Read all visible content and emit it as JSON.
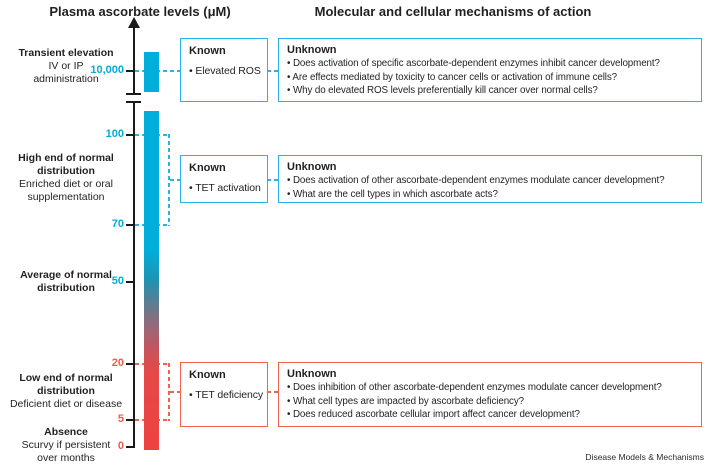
{
  "titles": {
    "left": "Plasma ascorbate levels (μM)",
    "right": "Molecular and cellular mechanisms of action"
  },
  "axis_ticks": {
    "t10000": "10,000",
    "t100": "100",
    "t70": "70",
    "t50": "50",
    "t20": "20",
    "t5": "5",
    "t0": "0"
  },
  "left_labels": {
    "transient": {
      "l1": "Transient elevation",
      "l2": "IV or IP",
      "l3": "administration"
    },
    "high": {
      "l1": "High end of normal",
      "l2": "distribution",
      "l3": "Enriched diet or oral",
      "l4": "supplementation"
    },
    "average": {
      "l1": "Average of normal",
      "l2": "distribution"
    },
    "low": {
      "l1": "Low end of normal",
      "l2": "distribution",
      "l3": "Deficient diet or disease"
    },
    "absence": {
      "l1": "Absence",
      "l2": "Scurvy if persistent",
      "l3": "over months"
    }
  },
  "boxes": {
    "row1_known": {
      "title": "Known",
      "i1": "• Elevated ROS"
    },
    "row1_unknown": {
      "title": "Unknown",
      "i1": "• Does activation of specific ascorbate-dependent enzymes inhibit cancer development?",
      "i2": "• Are effects mediated by toxicity to cancer cells or activation of immune cells?",
      "i3": "• Why do elevated ROS levels preferentially kill cancer over normal cells?"
    },
    "row2_known": {
      "title": "Known",
      "i1": "• TET activation"
    },
    "row2_unknown": {
      "title": "Unknown",
      "i1": "• Does activation of other ascorbate-dependent enzymes modulate cancer development?",
      "i2": "• What are the cell types in which ascorbate acts?"
    },
    "row3_known": {
      "title": "Known",
      "i1": "• TET deficiency"
    },
    "row3_unknown": {
      "title": "Unknown",
      "i1": "• Does inhibition of other ascorbate-dependent enzymes modulate cancer development?",
      "i2": "• What cell types are impacted by ascorbate deficiency?",
      "i3": "• Does reduced ascorbate cellular import affect cancer development?"
    }
  },
  "footer": {
    "journal": "Disease Models & Mechanisms"
  },
  "colors": {
    "bar_cyan": "#00AEDB",
    "bar_red": "#EE4141",
    "accent_cyan": "#29B3E6",
    "accent_red": "#F2614E"
  }
}
